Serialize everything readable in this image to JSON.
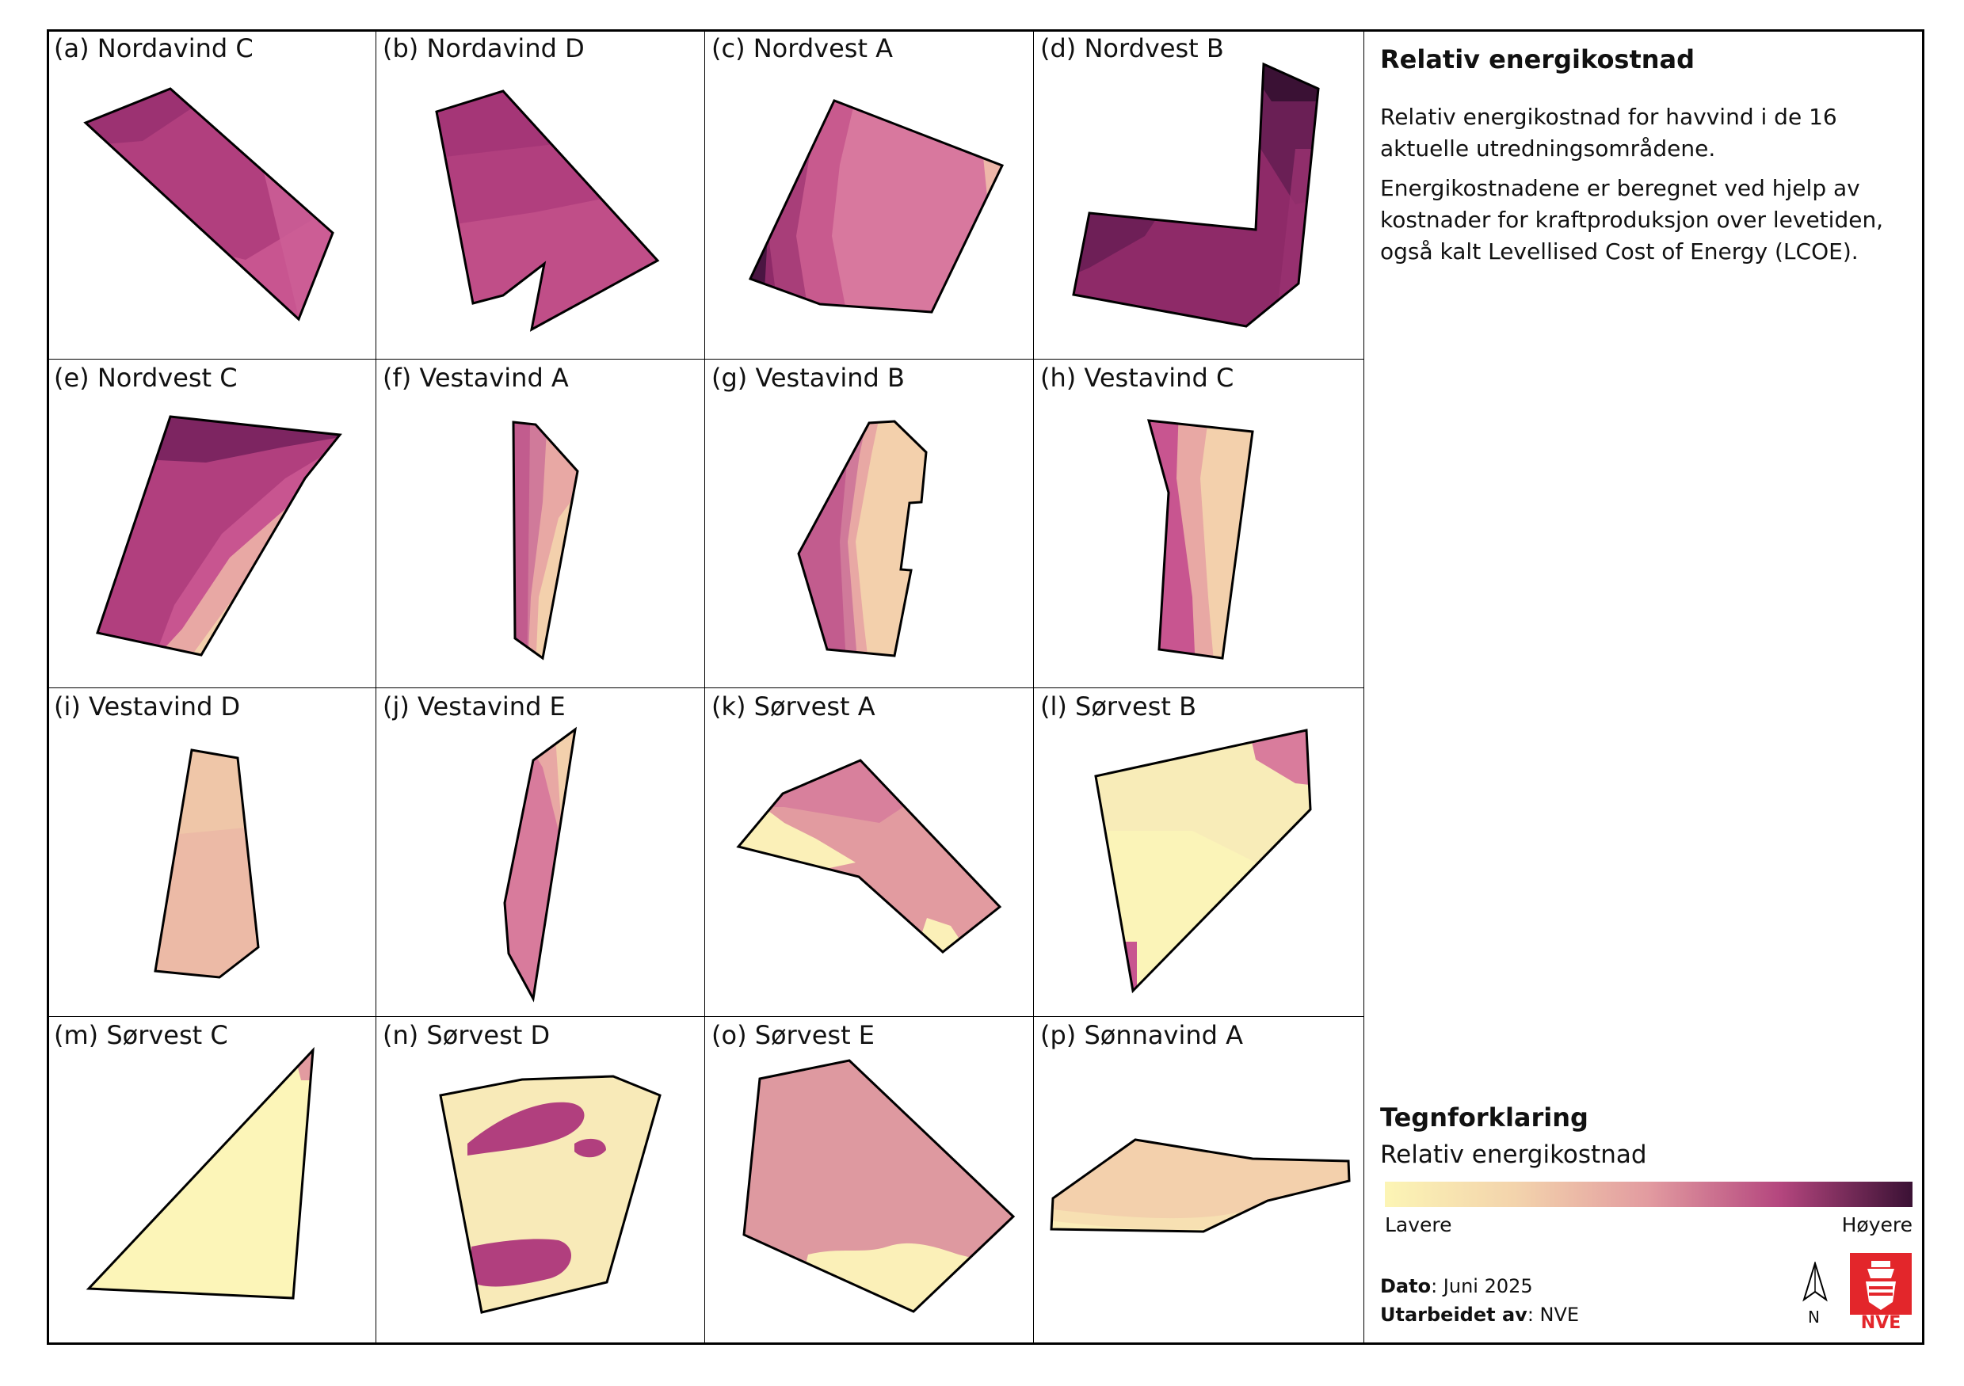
{
  "panels": [
    {
      "title": "(a) Nordavind C"
    },
    {
      "title": "(b) Nordavind D"
    },
    {
      "title": "(c) Nordvest A"
    },
    {
      "title": "(d) Nordvest B"
    },
    {
      "title": "(e) Nordvest C"
    },
    {
      "title": "(f) Vestavind A"
    },
    {
      "title": "(g) Vestavind B"
    },
    {
      "title": "(h) Vestavind C"
    },
    {
      "title": "(i) Vestavind D"
    },
    {
      "title": "(j) Vestavind E"
    },
    {
      "title": "(k) Sørvest A"
    },
    {
      "title": "(l) Sørvest B"
    },
    {
      "title": "(m) Sørvest C"
    },
    {
      "title": "(n) Sørvest D"
    },
    {
      "title": "(o) Sørvest E"
    },
    {
      "title": "(p) Sønnavind A"
    }
  ],
  "side": {
    "title": "Relativ energikostnad",
    "para1": "Relativ energikostnad for havvind i de 16 aktuelle utredningsområdene.",
    "para2": "Energikostnadene er beregnet ved hjelp av kostnader for kraftproduksjon over levetiden, også kalt Levellised Cost of Energy (LCOE)."
  },
  "legend": {
    "heading": "Tegnforklaring",
    "subtitle": "Relativ energikostnad",
    "low": "Lavere",
    "high": "Høyere",
    "colors": [
      "#fcf5b5",
      "#f3d3ac",
      "#e29ba0",
      "#b4467e",
      "#3a1134"
    ]
  },
  "meta": {
    "date_label": "Dato",
    "date_value": ": Juni 2025",
    "author_label": "Utarbeidet av",
    "author_value": ": NVE"
  },
  "north": "N",
  "logo": {
    "text": "NVE",
    "color": "#e3262b"
  }
}
